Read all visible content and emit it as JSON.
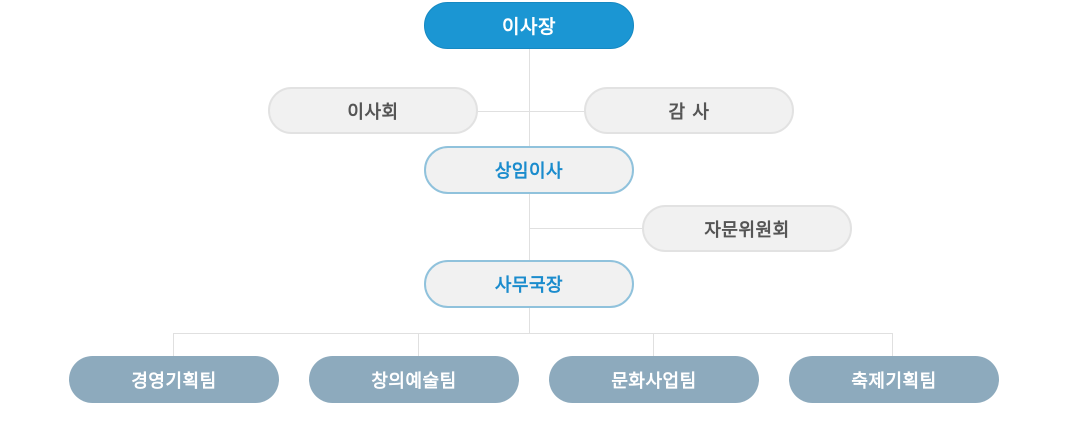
{
  "org_chart": {
    "chairman": "이사장",
    "board": "이사회",
    "auditor": "감 사",
    "standing_director": "상임이사",
    "advisory_committee": "자문위원회",
    "secretary_general": "사무국장",
    "teams": [
      "경영기획팀",
      "창의예술팀",
      "문화사업팀",
      "축제기획팀"
    ]
  },
  "colors": {
    "chairman_fill": "#1b96d3",
    "highlight_text": "#1b8ccd",
    "highlight_border": "#90c2dc",
    "gray_fill": "#f1f1f1",
    "gray_text": "#555555",
    "team_fill": "#8daabd",
    "line": "#e0e0e0"
  }
}
